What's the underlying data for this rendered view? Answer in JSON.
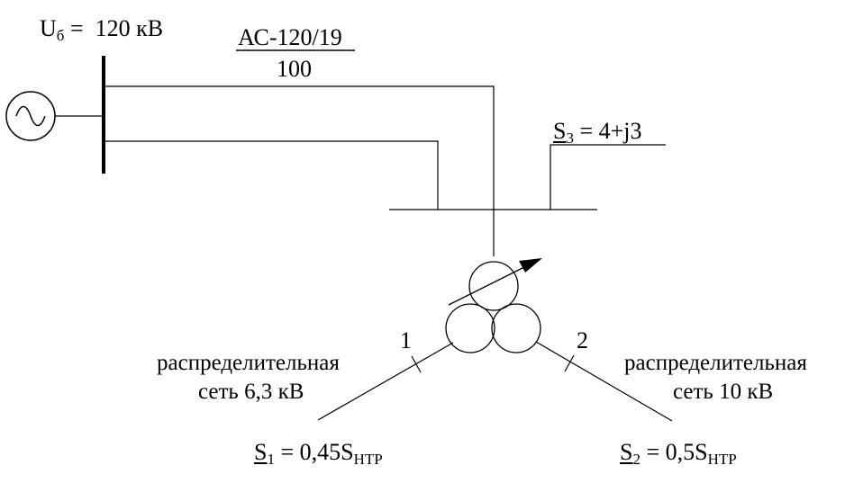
{
  "source": {
    "voltage_symbol": "U",
    "voltage_sub": "б",
    "voltage_value": " =  120 кВ"
  },
  "line": {
    "conductor": "АС-120/19",
    "length": "100"
  },
  "load3": {
    "symbol": "S",
    "sub": "3",
    "value": " = 4+j3"
  },
  "winding1": {
    "number": "1",
    "network_line1": "распределительная",
    "network_line2": "сеть 6,3 кВ",
    "load_symbol": "S",
    "load_sub": "1",
    "load_value": " = 0,45S",
    "load_value_sub": "НТР"
  },
  "winding2": {
    "number": "2",
    "network_line1": "распределительная",
    "network_line2": "сеть 10 кВ",
    "load_symbol": "S",
    "load_sub": "2",
    "load_value": " = 0,5S",
    "load_value_sub": "НТР"
  }
}
